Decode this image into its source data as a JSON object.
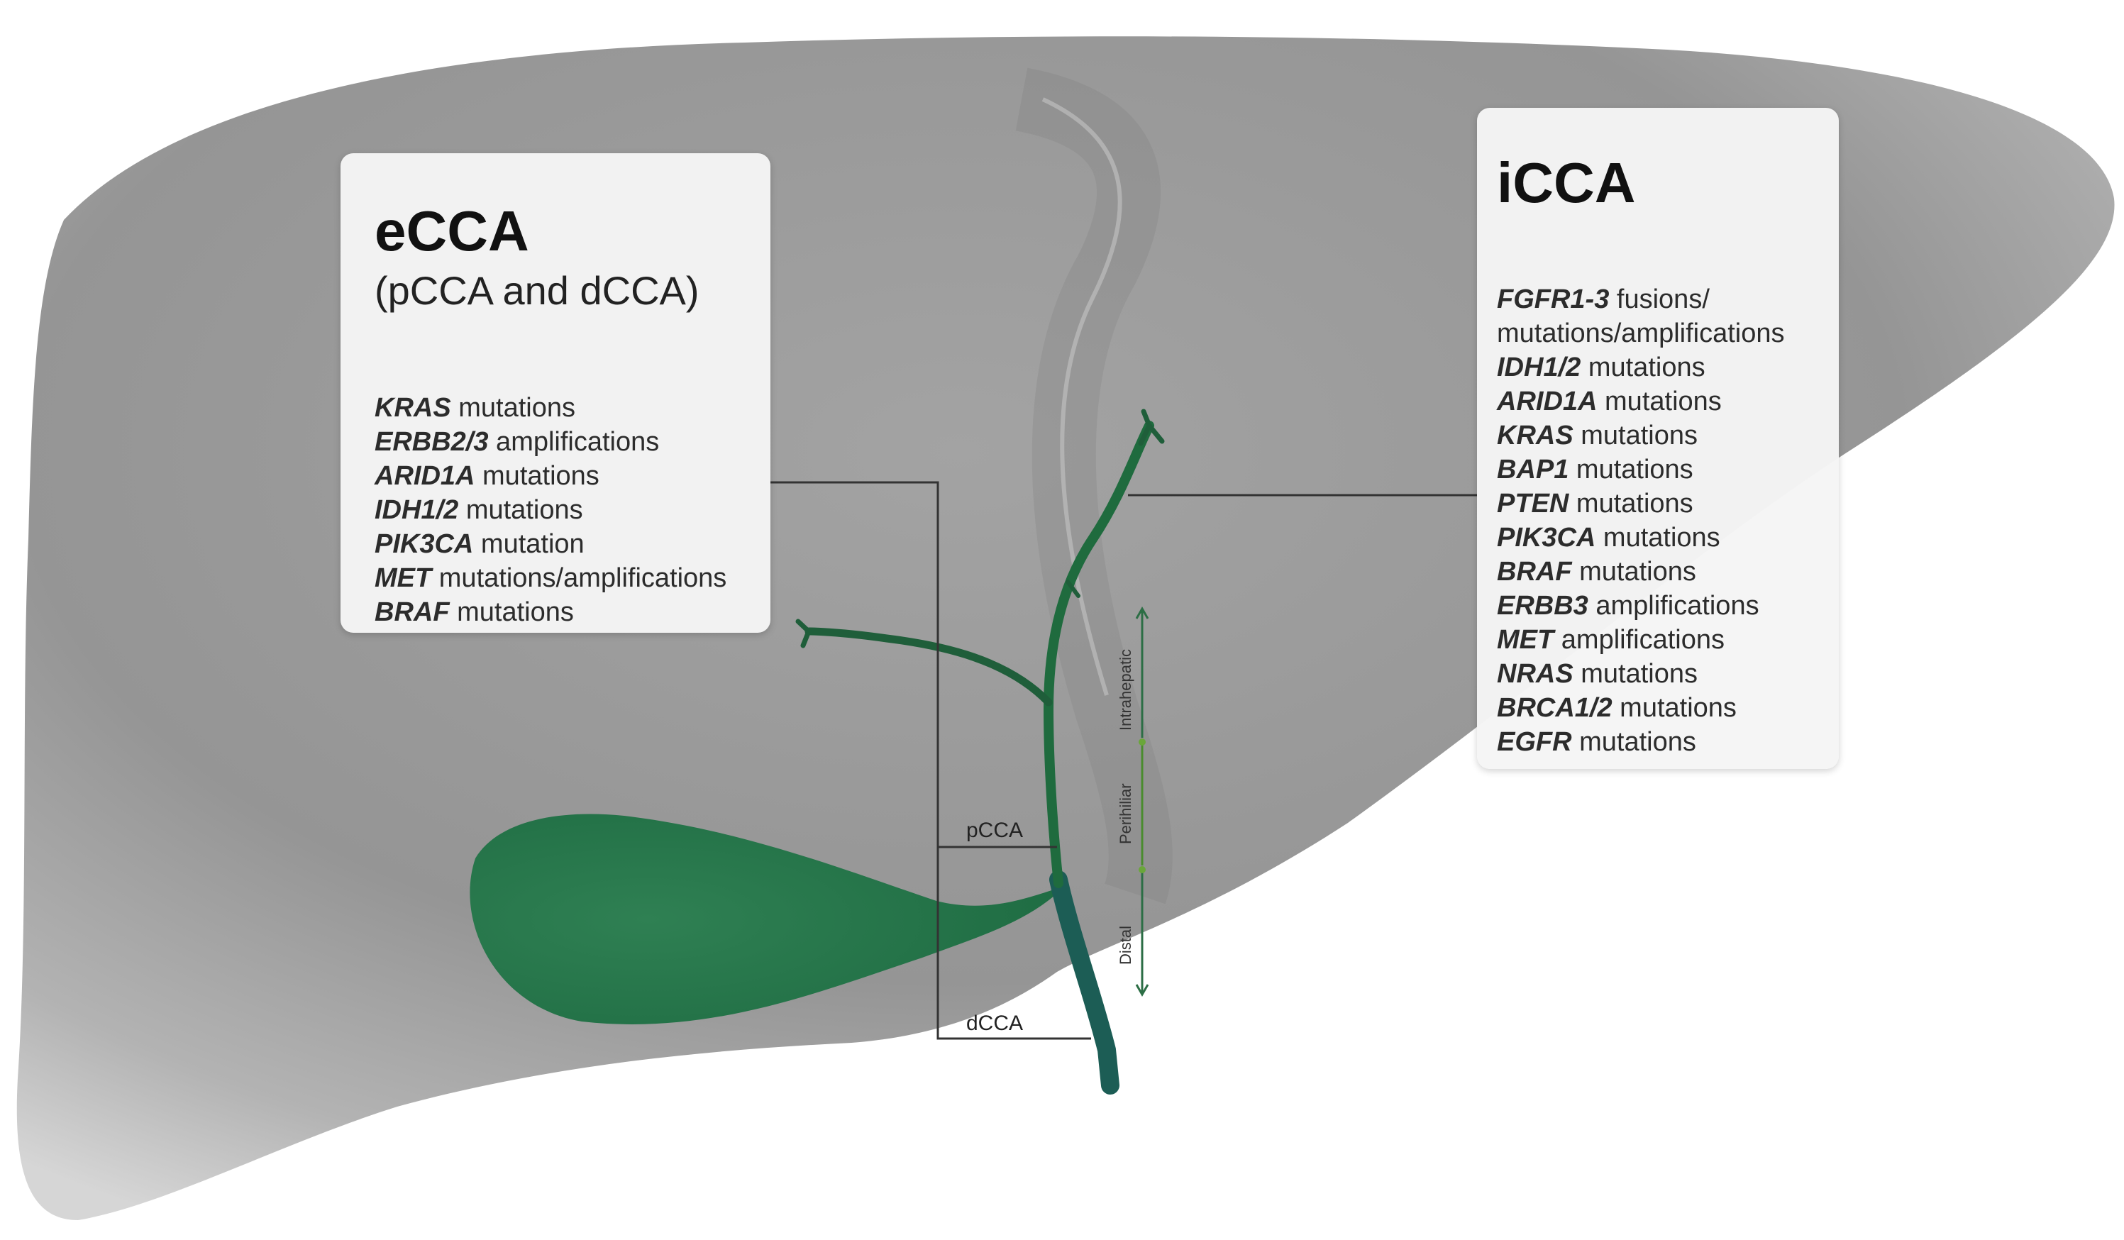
{
  "ecca": {
    "title": "eCCA",
    "subtitle": "(pCCA and dCCA)",
    "items": [
      {
        "gene": "KRAS",
        "text": " mutations"
      },
      {
        "gene": "ERBB2/3",
        "text": " amplifications"
      },
      {
        "gene": "ARID1A",
        "text": " mutations"
      },
      {
        "gene": "IDH1/2",
        "text": " mutations"
      },
      {
        "gene": "PIK3CA",
        "text": " mutation"
      },
      {
        "gene": "MET",
        "text": " mutations/amplifications"
      },
      {
        "gene": "BRAF",
        "text": " mutations"
      }
    ]
  },
  "icca": {
    "title": "iCCA",
    "items": [
      {
        "gene": "FGFR1-3",
        "text": " fusions/"
      },
      {
        "gene": "",
        "text": "mutations/amplifications"
      },
      {
        "gene": "IDH1/2",
        "text": " mutations"
      },
      {
        "gene": "ARID1A",
        "text": " mutations"
      },
      {
        "gene": "KRAS",
        "text": " mutations"
      },
      {
        "gene": "BAP1",
        "text": " mutations"
      },
      {
        "gene": "PTEN",
        "text": " mutations"
      },
      {
        "gene": "PIK3CA",
        "text": " mutations"
      },
      {
        "gene": "BRAF",
        "text": " mutations"
      },
      {
        "gene": "ERBB3",
        "text": " amplifications"
      },
      {
        "gene": "MET",
        "text": " amplifications"
      },
      {
        "gene": "NRAS",
        "text": " mutations"
      },
      {
        "gene": "BRCA1/2",
        "text": " mutations"
      },
      {
        "gene": "EGFR",
        "text": " mutations"
      }
    ]
  },
  "labels": {
    "pcca": "pCCA",
    "dcca": "dCCA",
    "intrahepatic": "Intrahepatic",
    "perihilar": "Perihiliar",
    "distal": "Distal"
  },
  "colors": {
    "liver_light": "#c8c8c8",
    "liver_mid": "#9a9a9a",
    "liver_dark": "#6f6f6f",
    "bile_duct_green": "#1f6b3e",
    "gallbladder_green": "#2b7a4d",
    "distal_duct_teal": "#1c5d55",
    "panel_bg": "#f5f5f5",
    "leader_line": "#333333"
  }
}
